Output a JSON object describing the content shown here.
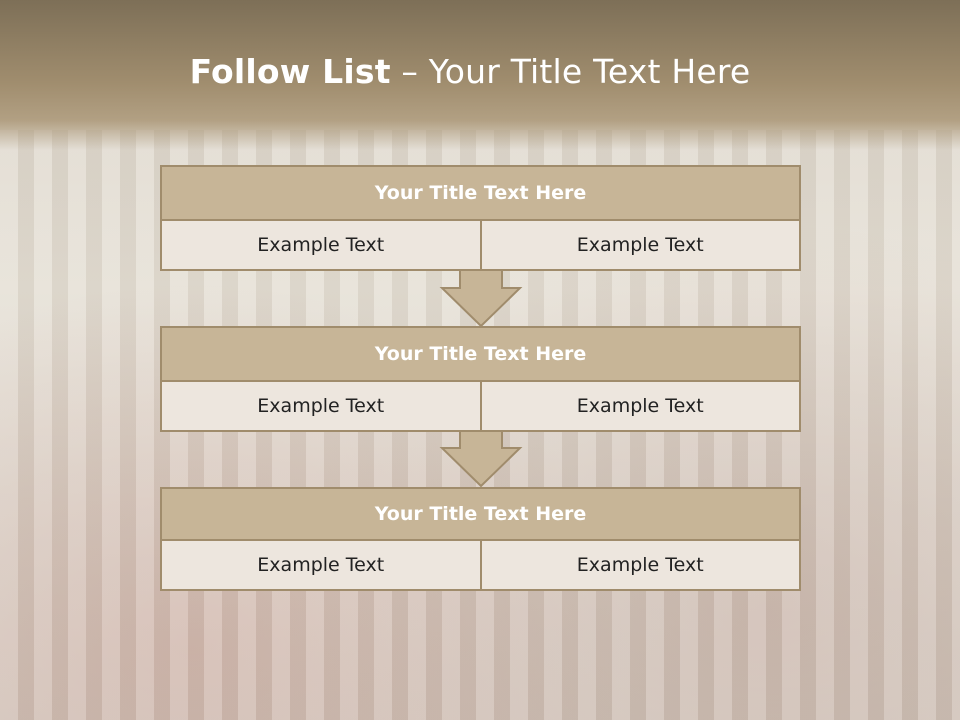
{
  "slide": {
    "title_bold": "Follow List",
    "title_rest": " – Your Title Text Here"
  },
  "blocks": [
    {
      "heading": "Your Title Text Here",
      "left": "Example Text",
      "right": "Example Text"
    },
    {
      "heading": "Your Title Text Here",
      "left": "Example Text",
      "right": "Example Text"
    },
    {
      "heading": "Your Title Text Here",
      "left": "Example Text",
      "right": "Example Text"
    }
  ],
  "colors": {
    "header_bg": "#8c7b60",
    "block_head": "#c7b597",
    "block_border": "#a08c6c",
    "cell_bg": "#ede6de"
  }
}
